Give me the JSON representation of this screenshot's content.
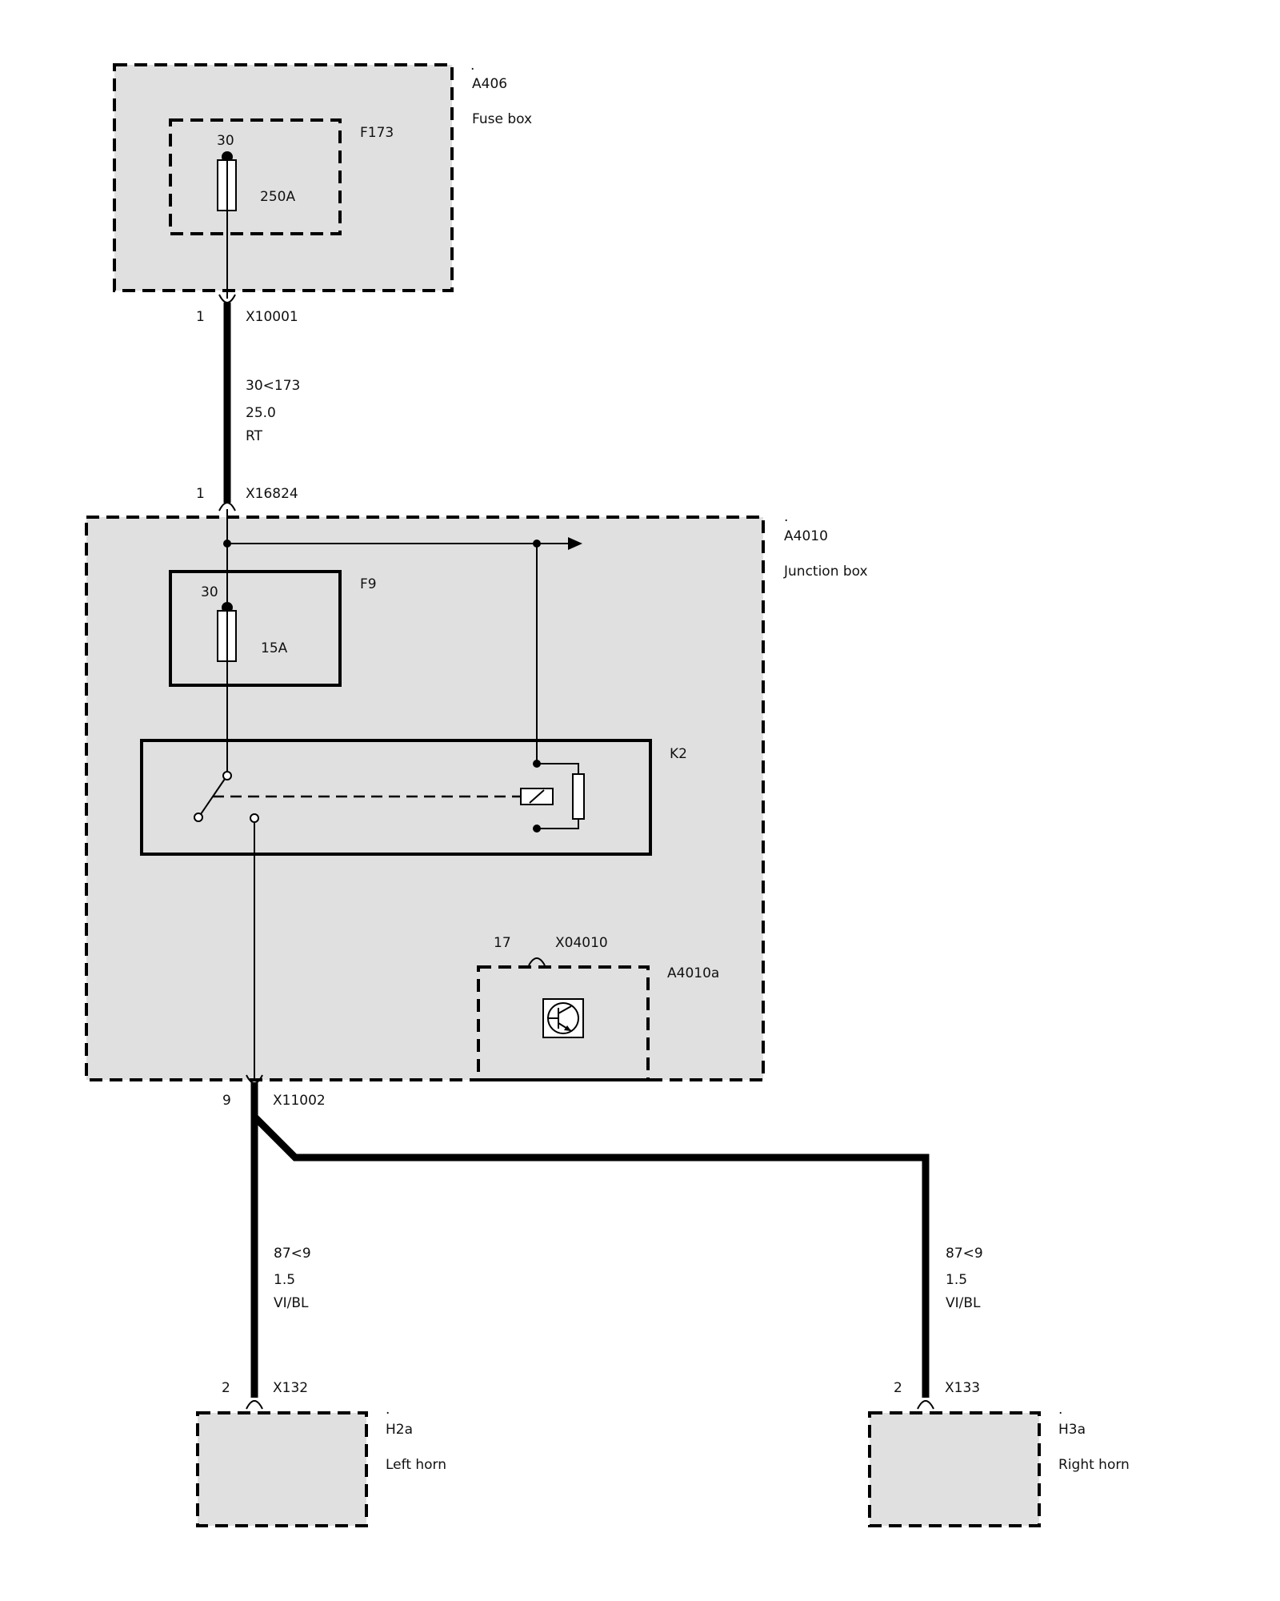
{
  "components": {
    "fuse_box": {
      "dot": ".",
      "id": "A406",
      "name": "Fuse box"
    },
    "fuse_f173": {
      "id": "F173",
      "pin": "30",
      "rating": "250A"
    },
    "junction_box": {
      "dot": ".",
      "id": "A4010",
      "name": "Junction box"
    },
    "fuse_f9": {
      "id": "F9",
      "pin": "30",
      "rating": "15A"
    },
    "relay_k2": {
      "id": "K2"
    },
    "module_a4010a": {
      "id": "A4010a"
    },
    "left_horn": {
      "dot": ".",
      "id": "H2a",
      "name": "Left horn"
    },
    "right_horn": {
      "dot": ".",
      "id": "H3a",
      "name": "Right horn"
    }
  },
  "connectors": {
    "x10001": {
      "pin": "1",
      "id": "X10001"
    },
    "x16824": {
      "pin": "1",
      "id": "X16824"
    },
    "x04010": {
      "pin": "17",
      "id": "X04010"
    },
    "x11002": {
      "pin": "9",
      "id": "X11002"
    },
    "x132": {
      "pin": "2",
      "id": "X132"
    },
    "x133": {
      "pin": "2",
      "id": "X133"
    }
  },
  "wires": {
    "main_feed": {
      "circuit": "30<173",
      "gauge": "25.0",
      "color": "RT"
    },
    "left_horn_feed": {
      "circuit": "87<9",
      "gauge": "1.5",
      "color": "VI/BL"
    },
    "right_horn_feed": {
      "circuit": "87<9",
      "gauge": "1.5",
      "color": "VI/BL"
    }
  }
}
